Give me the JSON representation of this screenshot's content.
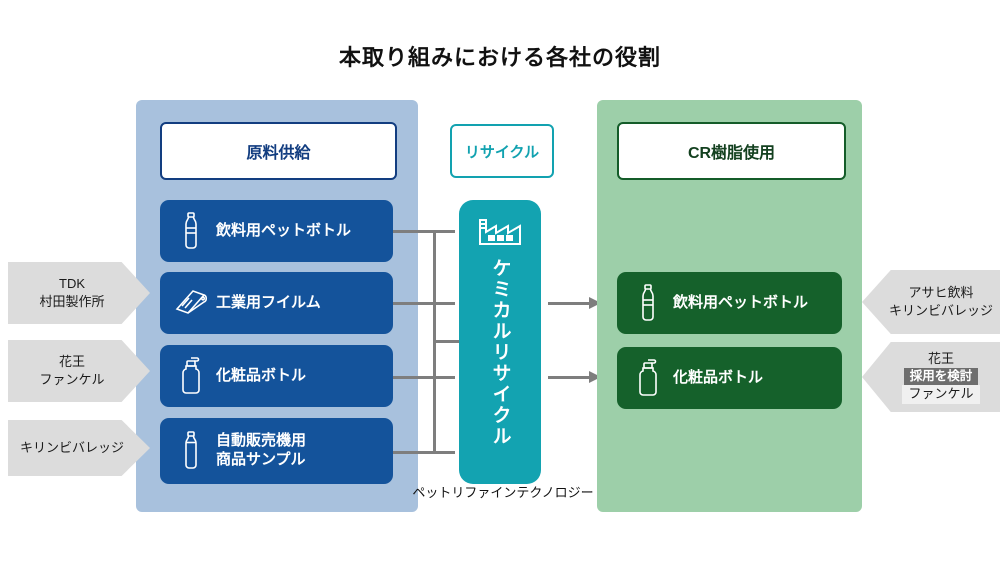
{
  "title": "本取り組みにおける各社の役割",
  "panels": {
    "left": {
      "header": "原料供給"
    },
    "center": {
      "header": "リサイクル",
      "vertical_label": "ケミカルリサイクル",
      "caption": "ペットリファインテクノロジー"
    },
    "right": {
      "header": "CR樹脂使用"
    }
  },
  "supply_items": [
    {
      "label": "飲料用ペットボトル",
      "icon": "pet-bottle-icon"
    },
    {
      "label": "工業用フイルム",
      "icon": "film-roll-icon"
    },
    {
      "label": "化粧品ボトル",
      "icon": "pump-bottle-icon"
    },
    {
      "label": "自動販売機用\n商品サンプル",
      "icon": "sample-bottle-icon"
    }
  ],
  "supply_items_text": {
    "pet": "飲料用ペットボトル",
    "film": "工業用フイルム",
    "cosme": "化粧品ボトル",
    "sample_line1": "自動販売機用",
    "sample_line2": "商品サンプル"
  },
  "usage_items": {
    "pet": "飲料用ペットボトル",
    "cosme": "化粧品ボトル"
  },
  "left_companies": [
    {
      "lines": [
        "TDK",
        "村田製作所"
      ]
    },
    {
      "lines": [
        "花王",
        "ファンケル"
      ]
    },
    {
      "lines": [
        "キリンビバレッジ"
      ]
    }
  ],
  "left_companies_text": {
    "tdk_line1": "TDK",
    "tdk_line2": "村田製作所",
    "kao_line1": "花王",
    "kao_line2": "ファンケル",
    "kirin_line1": "キリンビバレッジ"
  },
  "right_companies_text": {
    "asahi_line1": "アサヒ飲料",
    "asahi_line2": "キリンビバレッジ",
    "kao_line1": "花王",
    "kao_badge": "採用を検討",
    "kao_line3": "ファンケル"
  },
  "colors": {
    "panel_left": "#a8c1dd",
    "panel_right": "#9dcfa9",
    "item_blue": "#14539b",
    "item_green": "#15612b",
    "teal": "#13a3b1",
    "chip_border_blue": "#123d80",
    "chip_border_green": "#145c29",
    "connector_gray": "#7e7e7e",
    "chevron_gray": "#dcdcdc",
    "badge_dark": "#6e6e6e"
  }
}
